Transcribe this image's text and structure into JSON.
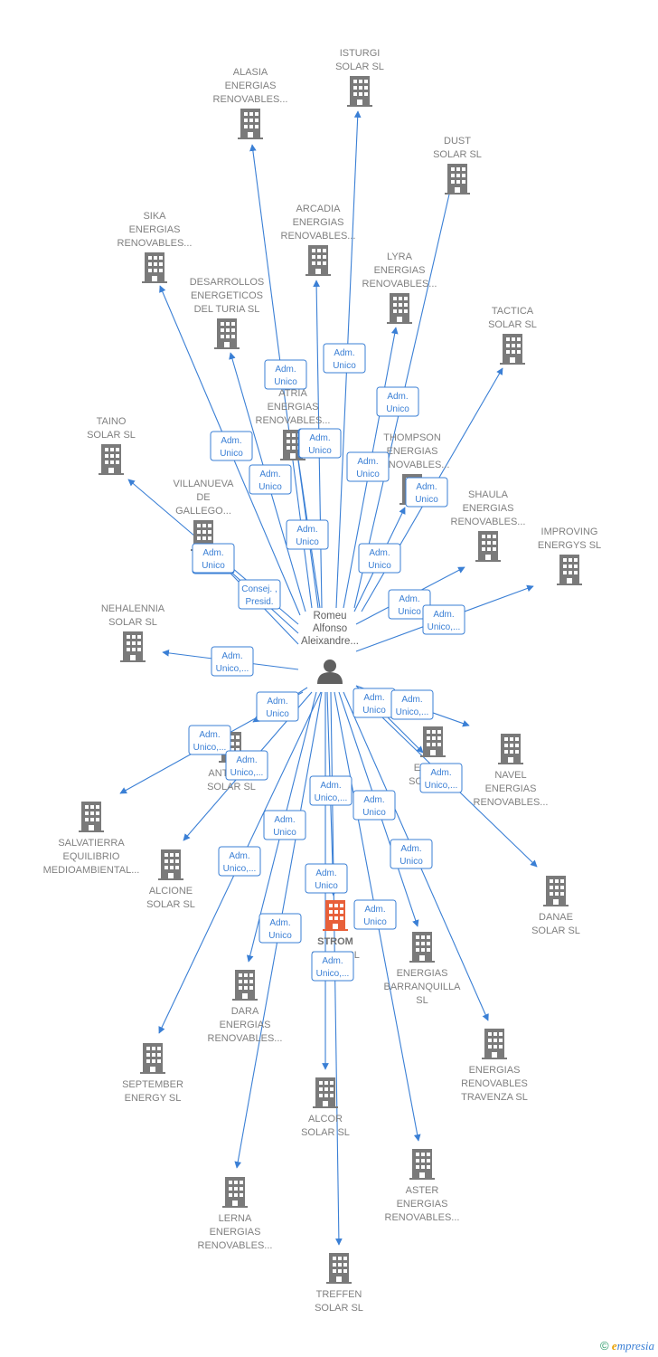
{
  "colors": {
    "edge": "#3a7fd5",
    "building": "#7a7a7a",
    "building_highlight": "#e8603a",
    "person": "#606060"
  },
  "person": {
    "lines": [
      "Romeu",
      "Alfonso",
      "Aleixandre..."
    ],
    "icon": "person-icon"
  },
  "companies": [
    {
      "id": "isturgi",
      "lines": [
        "ISTURGI",
        "SOLAR  SL"
      ]
    },
    {
      "id": "alasia",
      "lines": [
        "ALASIA",
        "ENERGIAS",
        "RENOVABLES..."
      ]
    },
    {
      "id": "dust",
      "lines": [
        "DUST",
        "SOLAR  SL"
      ]
    },
    {
      "id": "sika",
      "lines": [
        "SIKA",
        "ENERGIAS",
        "RENOVABLES..."
      ]
    },
    {
      "id": "arcadia",
      "lines": [
        "ARCADIA",
        "ENERGIAS",
        "RENOVABLES..."
      ]
    },
    {
      "id": "lyra",
      "lines": [
        "LYRA",
        "ENERGIAS",
        "RENOVABLES..."
      ]
    },
    {
      "id": "desarrollos",
      "lines": [
        "DESARROLLOS",
        "ENERGETICOS",
        "DEL TURIA  SL"
      ]
    },
    {
      "id": "tactica",
      "lines": [
        "TACTICA",
        "SOLAR  SL"
      ]
    },
    {
      "id": "atria",
      "lines": [
        "ATRIA",
        "ENERGIAS",
        "RENOVABLES..."
      ]
    },
    {
      "id": "taino",
      "lines": [
        "TAINO",
        "SOLAR  SL"
      ]
    },
    {
      "id": "thompson",
      "lines": [
        "THOMPSON",
        "ENERGIAS",
        "RENOVABLES..."
      ]
    },
    {
      "id": "villanueva",
      "lines": [
        "VILLANUEVA",
        "DE",
        "GALLEGO..."
      ]
    },
    {
      "id": "shaula",
      "lines": [
        "SHAULA",
        "ENERGIAS",
        "RENOVABLES..."
      ]
    },
    {
      "id": "improving",
      "lines": [
        "IMPROVING",
        "ENERGYS  SL"
      ]
    },
    {
      "id": "nehalennia",
      "lines": [
        "NEHALENNIA",
        "SOLAR  SL"
      ]
    },
    {
      "id": "antares",
      "lines": [
        "ANTARES",
        "SOLAR  SL"
      ]
    },
    {
      "id": "elnath",
      "lines": [
        "ELNATH",
        "SOLAR  SL"
      ]
    },
    {
      "id": "navel",
      "lines": [
        "NAVEL",
        "ENERGIAS",
        "RENOVABLES..."
      ]
    },
    {
      "id": "salvatierra",
      "lines": [
        "SALVATIERRA",
        "EQUILIBRIO",
        "MEDIOAMBIENTAL..."
      ]
    },
    {
      "id": "alcione",
      "lines": [
        "ALCIONE",
        "SOLAR  SL"
      ]
    },
    {
      "id": "danae",
      "lines": [
        "DANAE",
        "SOLAR  SL"
      ]
    },
    {
      "id": "strom",
      "lines": [
        "STROM",
        "SOLAR  SL"
      ]
    },
    {
      "id": "barranquilla",
      "lines": [
        "ENERGIAS",
        "BARRANQUILLA",
        "SL"
      ]
    },
    {
      "id": "dara",
      "lines": [
        "DARA",
        "ENERGIAS",
        "RENOVABLES..."
      ]
    },
    {
      "id": "travenza",
      "lines": [
        "ENERGIAS",
        "RENOVABLES",
        "TRAVENZA  SL"
      ]
    },
    {
      "id": "september",
      "lines": [
        "SEPTEMBER",
        "ENERGY  SL"
      ]
    },
    {
      "id": "alcor",
      "lines": [
        "ALCOR",
        "SOLAR  SL"
      ]
    },
    {
      "id": "aster",
      "lines": [
        "ASTER",
        "ENERGIAS",
        "RENOVABLES..."
      ]
    },
    {
      "id": "lerna",
      "lines": [
        "LERNA",
        "ENERGIAS",
        "RENOVABLES..."
      ]
    },
    {
      "id": "treffen",
      "lines": [
        "TREFFEN",
        "SOLAR  SL"
      ]
    }
  ],
  "edges": [
    {
      "to": "isturgi",
      "lines": [
        "Adm.",
        "Unico"
      ]
    },
    {
      "to": "alasia",
      "lines": [
        "Adm.",
        "Unico"
      ]
    },
    {
      "to": "dust",
      "lines": [
        "Adm.",
        "Unico"
      ]
    },
    {
      "to": "sika",
      "lines": [
        "Adm.",
        "Unico"
      ]
    },
    {
      "to": "arcadia",
      "lines": [
        "Adm.",
        "Unico"
      ]
    },
    {
      "to": "lyra",
      "lines": [
        "Adm.",
        "Unico"
      ]
    },
    {
      "to": "desarrollos",
      "lines": [
        "Adm.",
        "Unico"
      ]
    },
    {
      "to": "tactica",
      "lines": [
        "Adm.",
        "Unico"
      ]
    },
    {
      "to": "atria",
      "lines": [
        "Adm.",
        "Unico"
      ]
    },
    {
      "to": "taino",
      "lines": [
        "Adm.",
        "Unico"
      ]
    },
    {
      "to": "thompson",
      "lines": [
        "Adm.",
        "Unico"
      ]
    },
    {
      "to": "villanueva",
      "lines": [
        "Consej. ,",
        "Presid."
      ]
    },
    {
      "to": "shaula",
      "lines": [
        "Adm.",
        "Unico"
      ]
    },
    {
      "to": "improving",
      "lines": [
        "Adm.",
        "Unico,..."
      ]
    },
    {
      "to": "nehalennia",
      "lines": [
        "Adm.",
        "Unico,..."
      ]
    },
    {
      "to": "antares",
      "lines": [
        "Adm.",
        "Unico"
      ]
    },
    {
      "to": "elnath",
      "lines": [
        "Adm.",
        "Unico"
      ]
    },
    {
      "to": "navel",
      "lines": [
        "Adm.",
        "Unico,..."
      ]
    },
    {
      "to": "salvatierra",
      "lines": [
        "Adm.",
        "Unico,..."
      ]
    },
    {
      "to": "alcione",
      "lines": [
        "Adm.",
        "Unico,..."
      ]
    },
    {
      "to": "danae",
      "lines": [
        "Adm.",
        "Unico,..."
      ]
    },
    {
      "to": "strom",
      "lines": [
        "Adm.",
        "Unico,..."
      ]
    },
    {
      "to": "barranquilla",
      "lines": [
        "Adm.",
        "Unico"
      ]
    },
    {
      "to": "dara",
      "lines": [
        "Adm.",
        "Unico"
      ]
    },
    {
      "to": "travenza",
      "lines": [
        "Adm.",
        "Unico"
      ]
    },
    {
      "to": "september",
      "lines": [
        "Adm.",
        "Unico,..."
      ]
    },
    {
      "to": "alcor",
      "lines": [
        "Adm.",
        "Unico"
      ]
    },
    {
      "to": "aster",
      "lines": [
        "Adm.",
        "Unico"
      ]
    },
    {
      "to": "lerna",
      "lines": [
        "Adm.",
        "Unico"
      ]
    },
    {
      "to": "treffen",
      "lines": [
        "Adm.",
        "Unico,..."
      ]
    },
    {
      "to": "villanueva",
      "lines": [
        "Adm.",
        "Unico"
      ]
    },
    {
      "to": "atria",
      "lines": [
        "Adm.",
        "Unico"
      ]
    }
  ],
  "highlighted_company": "strom",
  "footer": {
    "copyright": "©",
    "brand_initial": "e",
    "brand_rest": "mpresia"
  }
}
